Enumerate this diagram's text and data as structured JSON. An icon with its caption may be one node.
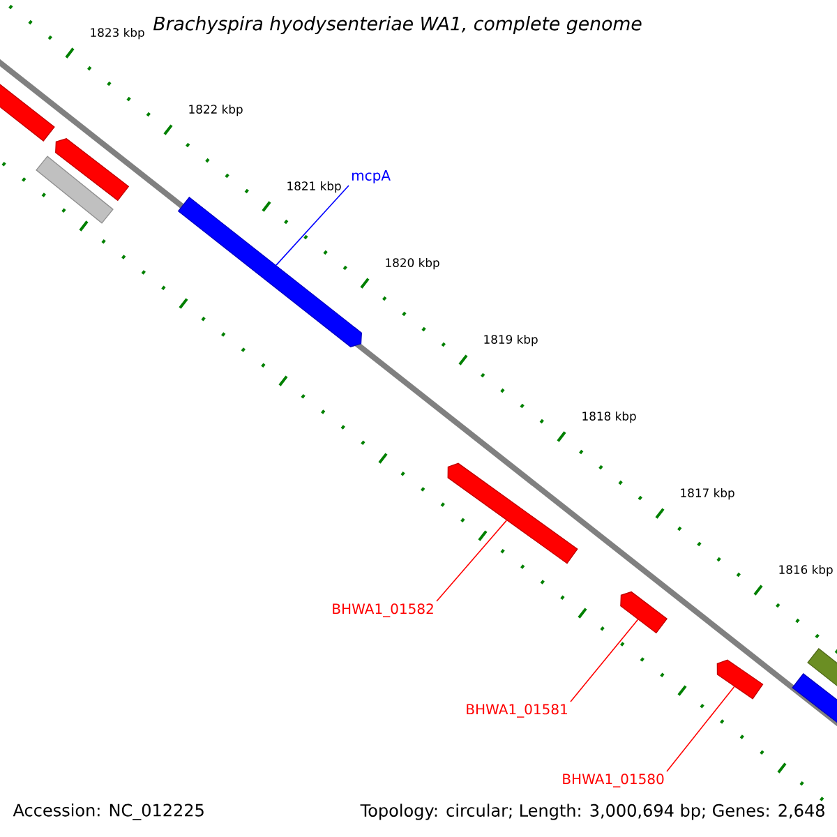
{
  "diagram": {
    "title": "Brachyspira hyodysenteriae WA1, complete genome",
    "nodes": [
      {
        "text": [
          "mcpA"
        ]
      },
      {
        "text": [],
        "shape": "bar"
      },
      {
        "text": [
          "BHWA1_01582"
        ]
      },
      {
        "text": [],
        "shape": "bar"
      },
      {
        "text": [
          "BHWA1_01581"
        ]
      },
      {
        "text": [],
        "shape": "bar"
      },
      {
        "text": [
          "BHWA1_01580"
        ]
      },
      {
        "text": [],
        "shape": "bar"
      }
    ],
    "edges": [
      {
        "from": 0,
        "to": 1,
        "arrow": "none",
        "color": "#0000ff"
      },
      {
        "from": 2,
        "to": 3,
        "arrow": "none",
        "color": "#ff0000"
      },
      {
        "from": 4,
        "to": 5,
        "arrow": "none",
        "color": "#ff0000"
      },
      {
        "from": 6,
        "to": 7,
        "arrow": "none",
        "color": "#ff0000"
      }
    ],
    "labels": [
      "1823 kbp",
      "1822 kbp",
      "1821 kbp",
      "1820 kbp",
      "1819 kbp",
      "1818 kbp",
      "1817 kbp",
      "1816 kbp",
      "Accession: NC_012225",
      "Topology: circular; Length: 3,000,694 bp; Genes: 2,648"
    ]
  }
}
